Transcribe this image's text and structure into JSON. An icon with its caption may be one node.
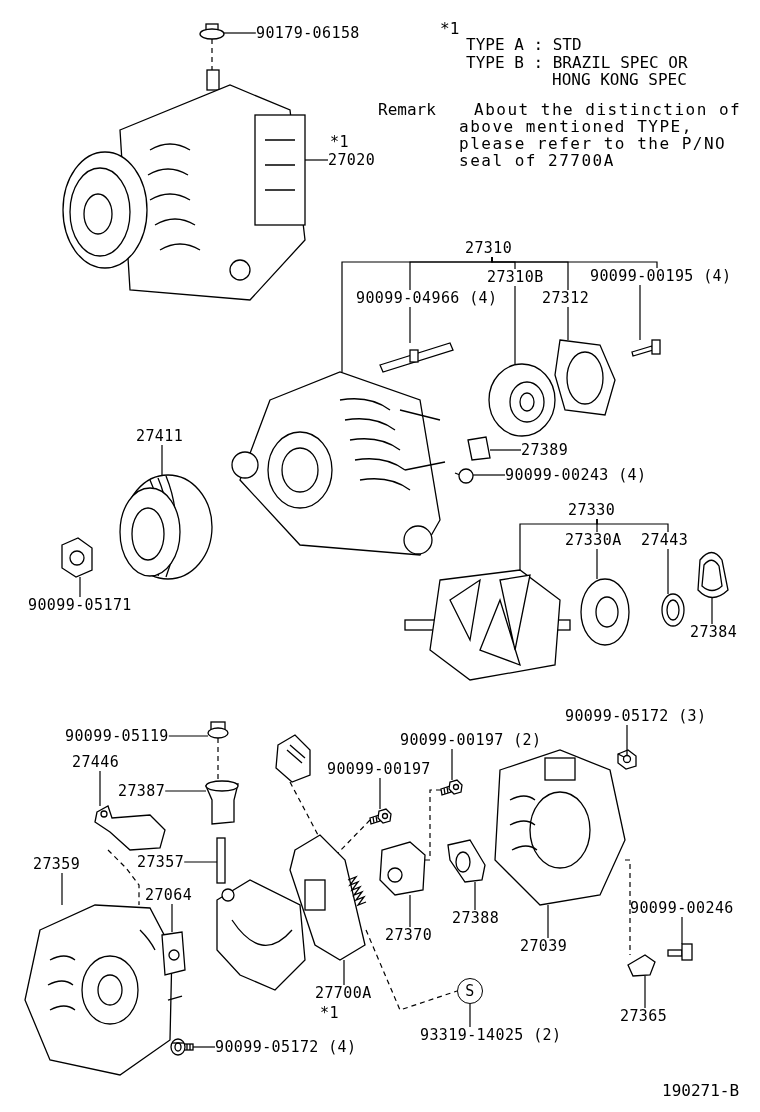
{
  "diagram": {
    "nodes": [
      {
        "text": [
          "90179-06158"
        ]
      },
      {
        "text": [],
        "shape": "picture"
      },
      {
        "text": [
          "27020"
        ],
        "beside": [
          "*1"
        ]
      },
      {
        "text": [],
        "shape": "picture"
      },
      {
        "text": [
          "27310"
        ]
      },
      {
        "text": [
          "90099-04966 (4)"
        ]
      },
      {
        "text": [
          "27310B"
        ]
      },
      {
        "text": [
          "27312"
        ]
      },
      {
        "text": [
          "90099-00195 (4)"
        ]
      },
      {
        "text": [],
        "shape": "picture"
      },
      {
        "text": [],
        "shape": "picture"
      },
      {
        "text": [],
        "shape": "picture"
      },
      {
        "text": [],
        "shape": "picture"
      },
      {
        "text": [],
        "shape": "picture"
      },
      {
        "text": [
          "27389"
        ]
      },
      {
        "text": [],
        "shape": "picture"
      },
      {
        "text": [
          "90099-00243 (4)"
        ]
      },
      {
        "text": [],
        "shape": "picture"
      },
      {
        "text": [
          "27411"
        ]
      },
      {
        "text": [],
        "shape": "picture"
      },
      {
        "text": [
          "90099-05171"
        ]
      },
      {
        "text": [],
        "shape": "picture"
      },
      {
        "text": [
          "27330"
        ]
      },
      {
        "text": [
          "27330A"
        ]
      },
      {
        "text": [
          "27443"
        ]
      },
      {
        "text": [],
        "shape": "picture"
      },
      {
        "text": [],
        "shape": "picture"
      },
      {
        "text": [],
        "shape": "picture"
      },
      {
        "text": [
          "27384"
        ]
      },
      {
        "text": [],
        "shape": "picture"
      },
      {
        "text": [
          "90099-05119"
        ]
      },
      {
        "text": [],
        "shape": "picture"
      },
      {
        "text": [
          "27446"
        ]
      },
      {
        "text": [],
        "shape": "picture"
      },
      {
        "text": [
          "27387"
        ]
      },
      {
        "text": [],
        "shape": "picture"
      },
      {
        "text": [
          "27357"
        ]
      },
      {
        "text": [],
        "shape": "picture"
      },
      {
        "text": [
          "27359"
        ]
      },
      {
        "text": [],
        "shape": "picture"
      },
      {
        "text": [
          "27064"
        ]
      },
      {
        "text": [],
        "shape": "picture"
      },
      {
        "text": [],
        "shape": "picture"
      },
      {
        "text": [
          "90099-00197"
        ]
      },
      {
        "text": [],
        "shape": "picture"
      },
      {
        "text": [
          "90099-00197 (2)"
        ]
      },
      {
        "text": [],
        "shape": "picture"
      },
      {
        "text": [],
        "shape": "picture"
      },
      {
        "text": [
          "27700A"
        ],
        "beside": [
          "*1"
        ]
      },
      {
        "text": [],
        "shape": "picture"
      },
      {
        "text": [
          "27370"
        ]
      },
      {
        "text": [],
        "shape": "picture"
      },
      {
        "text": [
          "27388"
        ]
      },
      {
        "text": [],
        "shape": "picture"
      },
      {
        "text": [
          "27039"
        ]
      },
      {
        "text": [
          "90099-05172 (3)"
        ]
      },
      {
        "text": [],
        "shape": "picture"
      },
      {
        "text": [
          "90099-00246"
        ]
      },
      {
        "text": [],
        "shape": "picture"
      },
      {
        "text": [],
        "shape": "picture"
      },
      {
        "text": [
          "27365"
        ]
      },
      {
        "text": [
          "S"
        ]
      },
      {
        "text": [
          "93319-14025 (2)"
        ]
      },
      {
        "text": [],
        "shape": "picture"
      },
      {
        "text": [
          "90099-05172 (4)"
        ]
      }
    ],
    "edges": [
      {
        "from": 0,
        "to": 1,
        "arrow": "none"
      },
      {
        "from": 2,
        "to": 3,
        "arrow": "none"
      },
      {
        "from": 4,
        "to": 9,
        "arrow": "none"
      },
      {
        "from": 4,
        "to": 5,
        "arrow": "none"
      },
      {
        "from": 4,
        "to": 6,
        "arrow": "none"
      },
      {
        "from": 4,
        "to": 7,
        "arrow": "none"
      },
      {
        "from": 4,
        "to": 8,
        "arrow": "none"
      },
      {
        "from": 5,
        "to": 10,
        "arrow": "none"
      },
      {
        "from": 6,
        "to": 11,
        "arrow": "none"
      },
      {
        "from": 7,
        "to": 12,
        "arrow": "none"
      },
      {
        "from": 8,
        "to": 13,
        "arrow": "none"
      },
      {
        "from": 14,
        "to": 15,
        "arrow": "none"
      },
      {
        "from": 16,
        "to": 17,
        "arrow": "none"
      },
      {
        "from": 18,
        "to": 19,
        "arrow": "none"
      },
      {
        "from": 20,
        "to": 21,
        "arrow": "none"
      },
      {
        "from": 22,
        "to": 25,
        "arrow": "none"
      },
      {
        "from": 22,
        "to": 23,
        "arrow": "none"
      },
      {
        "from": 22,
        "to": 24,
        "arrow": "none"
      },
      {
        "from": 23,
        "to": 26,
        "arrow": "none"
      },
      {
        "from": 24,
        "to": 27,
        "arrow": "none"
      },
      {
        "from": 28,
        "to": 29,
        "arrow": "none"
      },
      {
        "from": 30,
        "to": 31,
        "arrow": "none"
      },
      {
        "from": 32,
        "to": 33,
        "arrow": "none"
      },
      {
        "from": 34,
        "to": 35,
        "arrow": "none"
      },
      {
        "from": 36,
        "to": 37,
        "arrow": "none"
      },
      {
        "from": 38,
        "to": 39,
        "arrow": "none"
      },
      {
        "from": 40,
        "to": 41,
        "arrow": "none"
      },
      {
        "from": 43,
        "to": 44,
        "arrow": "none"
      },
      {
        "from": 45,
        "to": 46,
        "arrow": "none"
      },
      {
        "from": 48,
        "to": 47,
        "arrow": "none"
      },
      {
        "from": 50,
        "to": 49,
        "arrow": "none"
      },
      {
        "from": 52,
        "to": 51,
        "arrow": "none"
      },
      {
        "from": 54,
        "to": 53,
        "arrow": "none"
      },
      {
        "from": 55,
        "to": 56,
        "arrow": "none"
      },
      {
        "from": 57,
        "to": 58,
        "arrow": "none"
      },
      {
        "from": 60,
        "to": 59,
        "arrow": "none"
      },
      {
        "from": 62,
        "to": 61,
        "arrow": "none"
      },
      {
        "from": 64,
        "to": 63,
        "arrow": "none"
      },
      {
        "from": 1,
        "to": 3,
        "arrow": "none",
        "style": "dashed"
      },
      {
        "from": 31,
        "to": 35,
        "arrow": "none",
        "style": "dashed"
      },
      {
        "from": 33,
        "to": 39,
        "arrow": "none",
        "style": "dashed"
      },
      {
        "from": 42,
        "to": 47,
        "arrow": "none",
        "style": "dashed"
      },
      {
        "from": 44,
        "to": 47,
        "arrow": "none",
        "style": "dashed"
      },
      {
        "from": 46,
        "to": 49,
        "arrow": "none",
        "style": "dashed"
      },
      {
        "from": 47,
        "to": 61,
        "arrow": "none",
        "style": "dashed"
      },
      {
        "from": 53,
        "to": 59,
        "arrow": "none",
        "style": "dashed"
      }
    ],
    "labels": [
      "*1",
      "TYPE A : STD",
      "TYPE B : BRAZIL SPEC OR HONG KONG SPEC",
      "Remark",
      "About the distinction of above mentioned TYPE, please refer to the P/NO seal of 27700A",
      "190271-B"
    ]
  }
}
